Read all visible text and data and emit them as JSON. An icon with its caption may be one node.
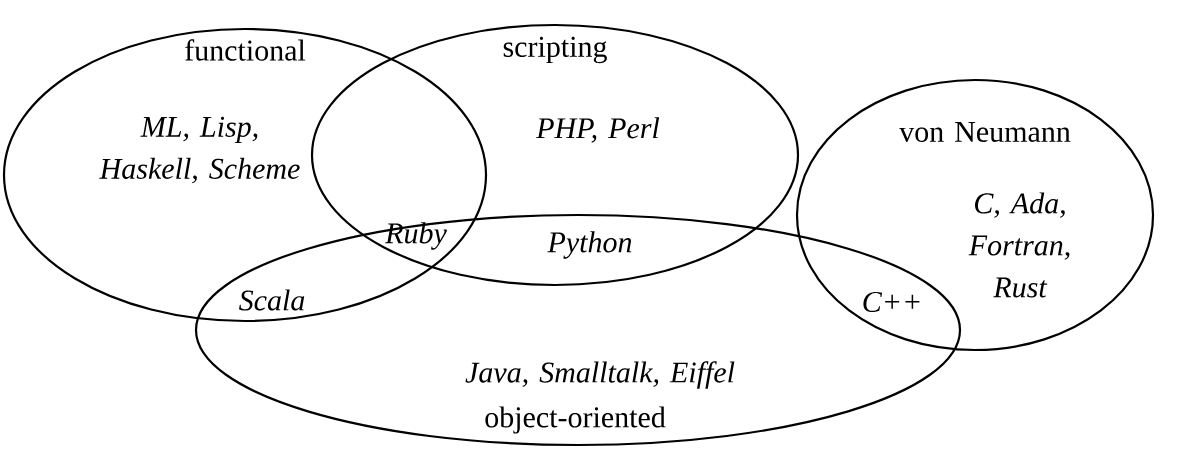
{
  "diagram": {
    "nodes": [
      {
        "text": [
          "functional",
          "ML, Lisp, Haskell, Scheme"
        ]
      },
      {
        "text": [
          "scripting",
          "PHP, Perl"
        ]
      },
      {
        "text": [
          "von Neumann",
          "C, Ada, Fortran, Rust"
        ]
      },
      {
        "text": [
          "Java, Smalltalk, Eiffel",
          "object-oriented"
        ]
      }
    ],
    "labels": [
      "Ruby",
      "Python",
      "Scala",
      "C++"
    ]
  }
}
